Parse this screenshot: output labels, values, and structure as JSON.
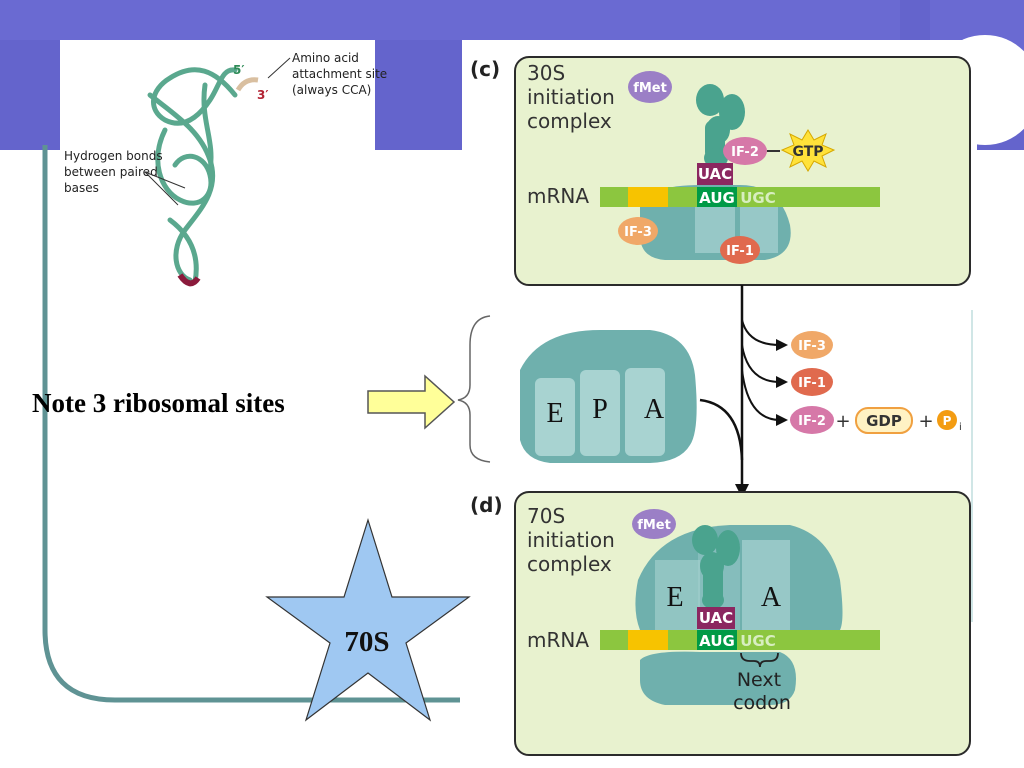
{
  "trna": {
    "five_prime": "5′",
    "three_prime": "3′",
    "amino_acid_site": [
      "Amino acid",
      "attachment site",
      "(always CCA)"
    ],
    "hydrogen_bonds": [
      "Hydrogen bonds",
      "between paired",
      "bases"
    ]
  },
  "panel_c": {
    "letter": "(c)",
    "title": [
      "30S",
      "initiation",
      "complex"
    ],
    "fmet": "fMet",
    "if2": "IF-2",
    "gtp": "GTP",
    "anticodon": "UAC",
    "mrna_label": "mRNA",
    "start_codon": "AUG",
    "next_codon_seq": "UGC",
    "if3": "IF-3",
    "if1": "IF-1"
  },
  "released": {
    "if3": "IF-3",
    "if1": "IF-1",
    "if2": "IF-2",
    "plus1": "+",
    "gdp": "GDP",
    "plus2": "+",
    "pi": "P",
    "pi_sub": "i"
  },
  "note": {
    "text": "Note 3 ribosomal sites"
  },
  "ribosome_sites": {
    "e": "E",
    "p": "P",
    "a": "A"
  },
  "panel_d": {
    "letter": "(d)",
    "title": [
      "70S",
      "initiation",
      "complex"
    ],
    "fmet": "fMet",
    "site_e": "E",
    "site_a": "A",
    "anticodon": "UAC",
    "mrna_label": "mRNA",
    "start_codon": "AUG",
    "next_codon_seq": "UGC",
    "next_codon_label": [
      "Next",
      "codon"
    ]
  },
  "star": {
    "text": "70S"
  },
  "colors": {
    "banner": "#6a6ad2",
    "frame_teal": "#5f9394",
    "panel_bg": "#e8f2cf",
    "ribosome": "#6fb0ad",
    "mrna_green": "#8cc63f",
    "mrna_yellow": "#f7c300",
    "codon_dark": "#009a46",
    "anticodon": "#8b2760",
    "star": "#9fc8f2"
  }
}
